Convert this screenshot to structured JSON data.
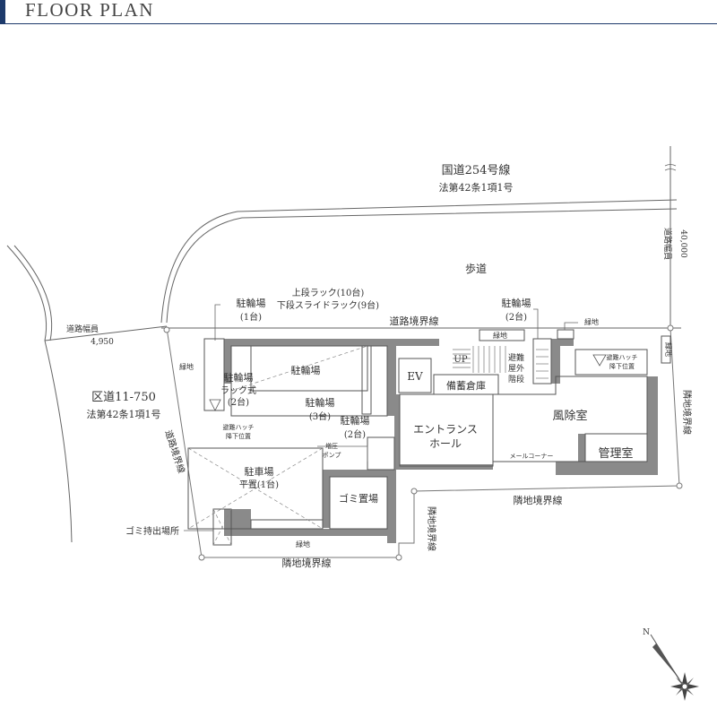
{
  "header": {
    "title": "FLOOR PLAN"
  },
  "labels": {
    "route254": "国道254号線",
    "route254_law": "法第42条1項1号",
    "road_width_right_label": "道路幅員",
    "road_width_right_value": "40,000",
    "sidewalk": "歩道",
    "road_boundary": "道路境界線",
    "bike_parking_1_top": "駐輪場",
    "bike_parking_1_top_count": "(1台)",
    "rack_upper": "上段ラック(10台)",
    "rack_lower": "下段スライドラック(9台)",
    "bike_parking_2_top": "駐輪場",
    "bike_parking_2_top_count": "(2台)",
    "greenery_top": "緑地",
    "greenery_right": "緑地",
    "greenery_left": "緑地",
    "greenery_bottom": "緑地",
    "road_width_left_label": "道路幅員",
    "road_width_left_value": "4,950",
    "ward_road": "区道11-750",
    "ward_road_law": "法第42条1項1号",
    "road_boundary_left": "道路境界線",
    "bike_main": "駐輪場",
    "bike_rack_label": "駐輪場",
    "bike_rack_type": "ラック式",
    "bike_rack_count": "(2台)",
    "bike_3": "駐輪場",
    "bike_3_count": "(3台)",
    "bike_2": "駐輪場",
    "bike_2_count": "(2台)",
    "escape_hatch_left_1": "避難ハッチ",
    "escape_hatch_left_2": "降下位置",
    "escape_hatch_right_1": "避難ハッチ",
    "escape_hatch_right_2": "降下位置",
    "ev": "EV",
    "up": "UP",
    "evac_stair_1": "避難",
    "evac_stair_2": "屋外",
    "evac_stair_3": "階段",
    "storage": "備蓄倉庫",
    "entrance_1": "エントランス",
    "entrance_2": "ホール",
    "windbreak": "風除室",
    "mail_corner": "メールコーナー",
    "manager": "管理室",
    "booster_1": "増圧",
    "booster_2": "ポンプ",
    "car_parking": "駐車場",
    "car_parking_count": "平置(1台)",
    "garbage": "ゴミ置場",
    "garbage_out": "ゴミ持出場所",
    "neighbor_boundary_bottom": "隣地境界線",
    "neighbor_boundary_mid": "隣地境界線",
    "neighbor_boundary_vert": "隣地境界線",
    "neighbor_boundary_right": "隣地境界線",
    "north": "N"
  },
  "colors": {
    "accent": "#1d3a6b",
    "wall": "#8a8a8a",
    "line": "#555555"
  }
}
